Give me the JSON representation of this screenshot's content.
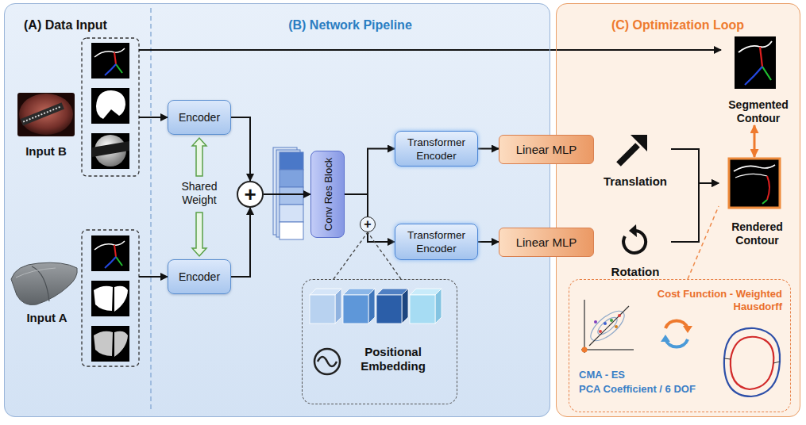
{
  "diagram": {
    "nodes": [
      {
        "text": [
          "(A) Data Input",
          "(B) Network Pipeline"
        ]
      },
      {
        "text": [
          "(C) Optimization Loop"
        ]
      },
      {
        "text": [
          "Input B"
        ],
        "in": 0
      },
      {
        "text": [
          "Input A"
        ],
        "in": 0
      },
      {
        "text": [
          "Encoder"
        ],
        "in": 0
      },
      {
        "text": [
          "Encoder"
        ],
        "in": 0
      },
      {
        "text": [
          "+"
        ],
        "in": 0
      },
      {
        "text": [
          "Conv Res Block"
        ],
        "in": 0
      },
      {
        "text": [
          "+"
        ],
        "in": 0
      },
      {
        "text": [
          "Transformer Encoder"
        ],
        "in": 0
      },
      {
        "text": [
          "Transformer Encoder"
        ],
        "in": 0
      },
      {
        "text": [
          "Positional Embedding"
        ],
        "in": 0
      },
      {
        "text": [
          "Linear MLP"
        ]
      },
      {
        "text": [
          "Linear MLP"
        ]
      },
      {
        "text": [
          "Segmented Contour"
        ],
        "in": 1
      },
      {
        "text": [
          "Translation"
        ],
        "in": 1
      },
      {
        "text": [
          "Rotation"
        ],
        "in": 1
      },
      {
        "text": [
          "Rendered Contour"
        ],
        "in": 1
      },
      {
        "text": [
          "CMA - ES",
          "PCA Coefficient / 6 DOF",
          "Cost Function - Weighted Hausdorff"
        ],
        "in": 1
      }
    ],
    "edges": [
      {
        "from": 2,
        "to": 4,
        "arrow": "to"
      },
      {
        "from": 3,
        "to": 5,
        "arrow": "to"
      },
      {
        "from": 2,
        "to": 14,
        "arrow": "to"
      },
      {
        "from": 4,
        "to": 6,
        "arrow": "to"
      },
      {
        "from": 5,
        "to": 6,
        "arrow": "to"
      },
      {
        "from": 6,
        "to": 7,
        "arrow": "to"
      },
      {
        "from": 7,
        "to": 9,
        "arrow": "to"
      },
      {
        "from": 7,
        "to": 10,
        "arrow": "to"
      },
      {
        "from": 11,
        "to": 8,
        "arrow": "none"
      },
      {
        "from": 9,
        "to": 12,
        "arrow": "to"
      },
      {
        "from": 10,
        "to": 13,
        "arrow": "to"
      },
      {
        "from": 15,
        "to": 17,
        "arrow": "to"
      },
      {
        "from": 16,
        "to": 17,
        "arrow": "to"
      },
      {
        "from": 17,
        "to": 14,
        "arrow": "both"
      },
      {
        "from": 18,
        "to": 17,
        "arrow": "none"
      }
    ],
    "labels": [
      "Shared Weight"
    ]
  }
}
